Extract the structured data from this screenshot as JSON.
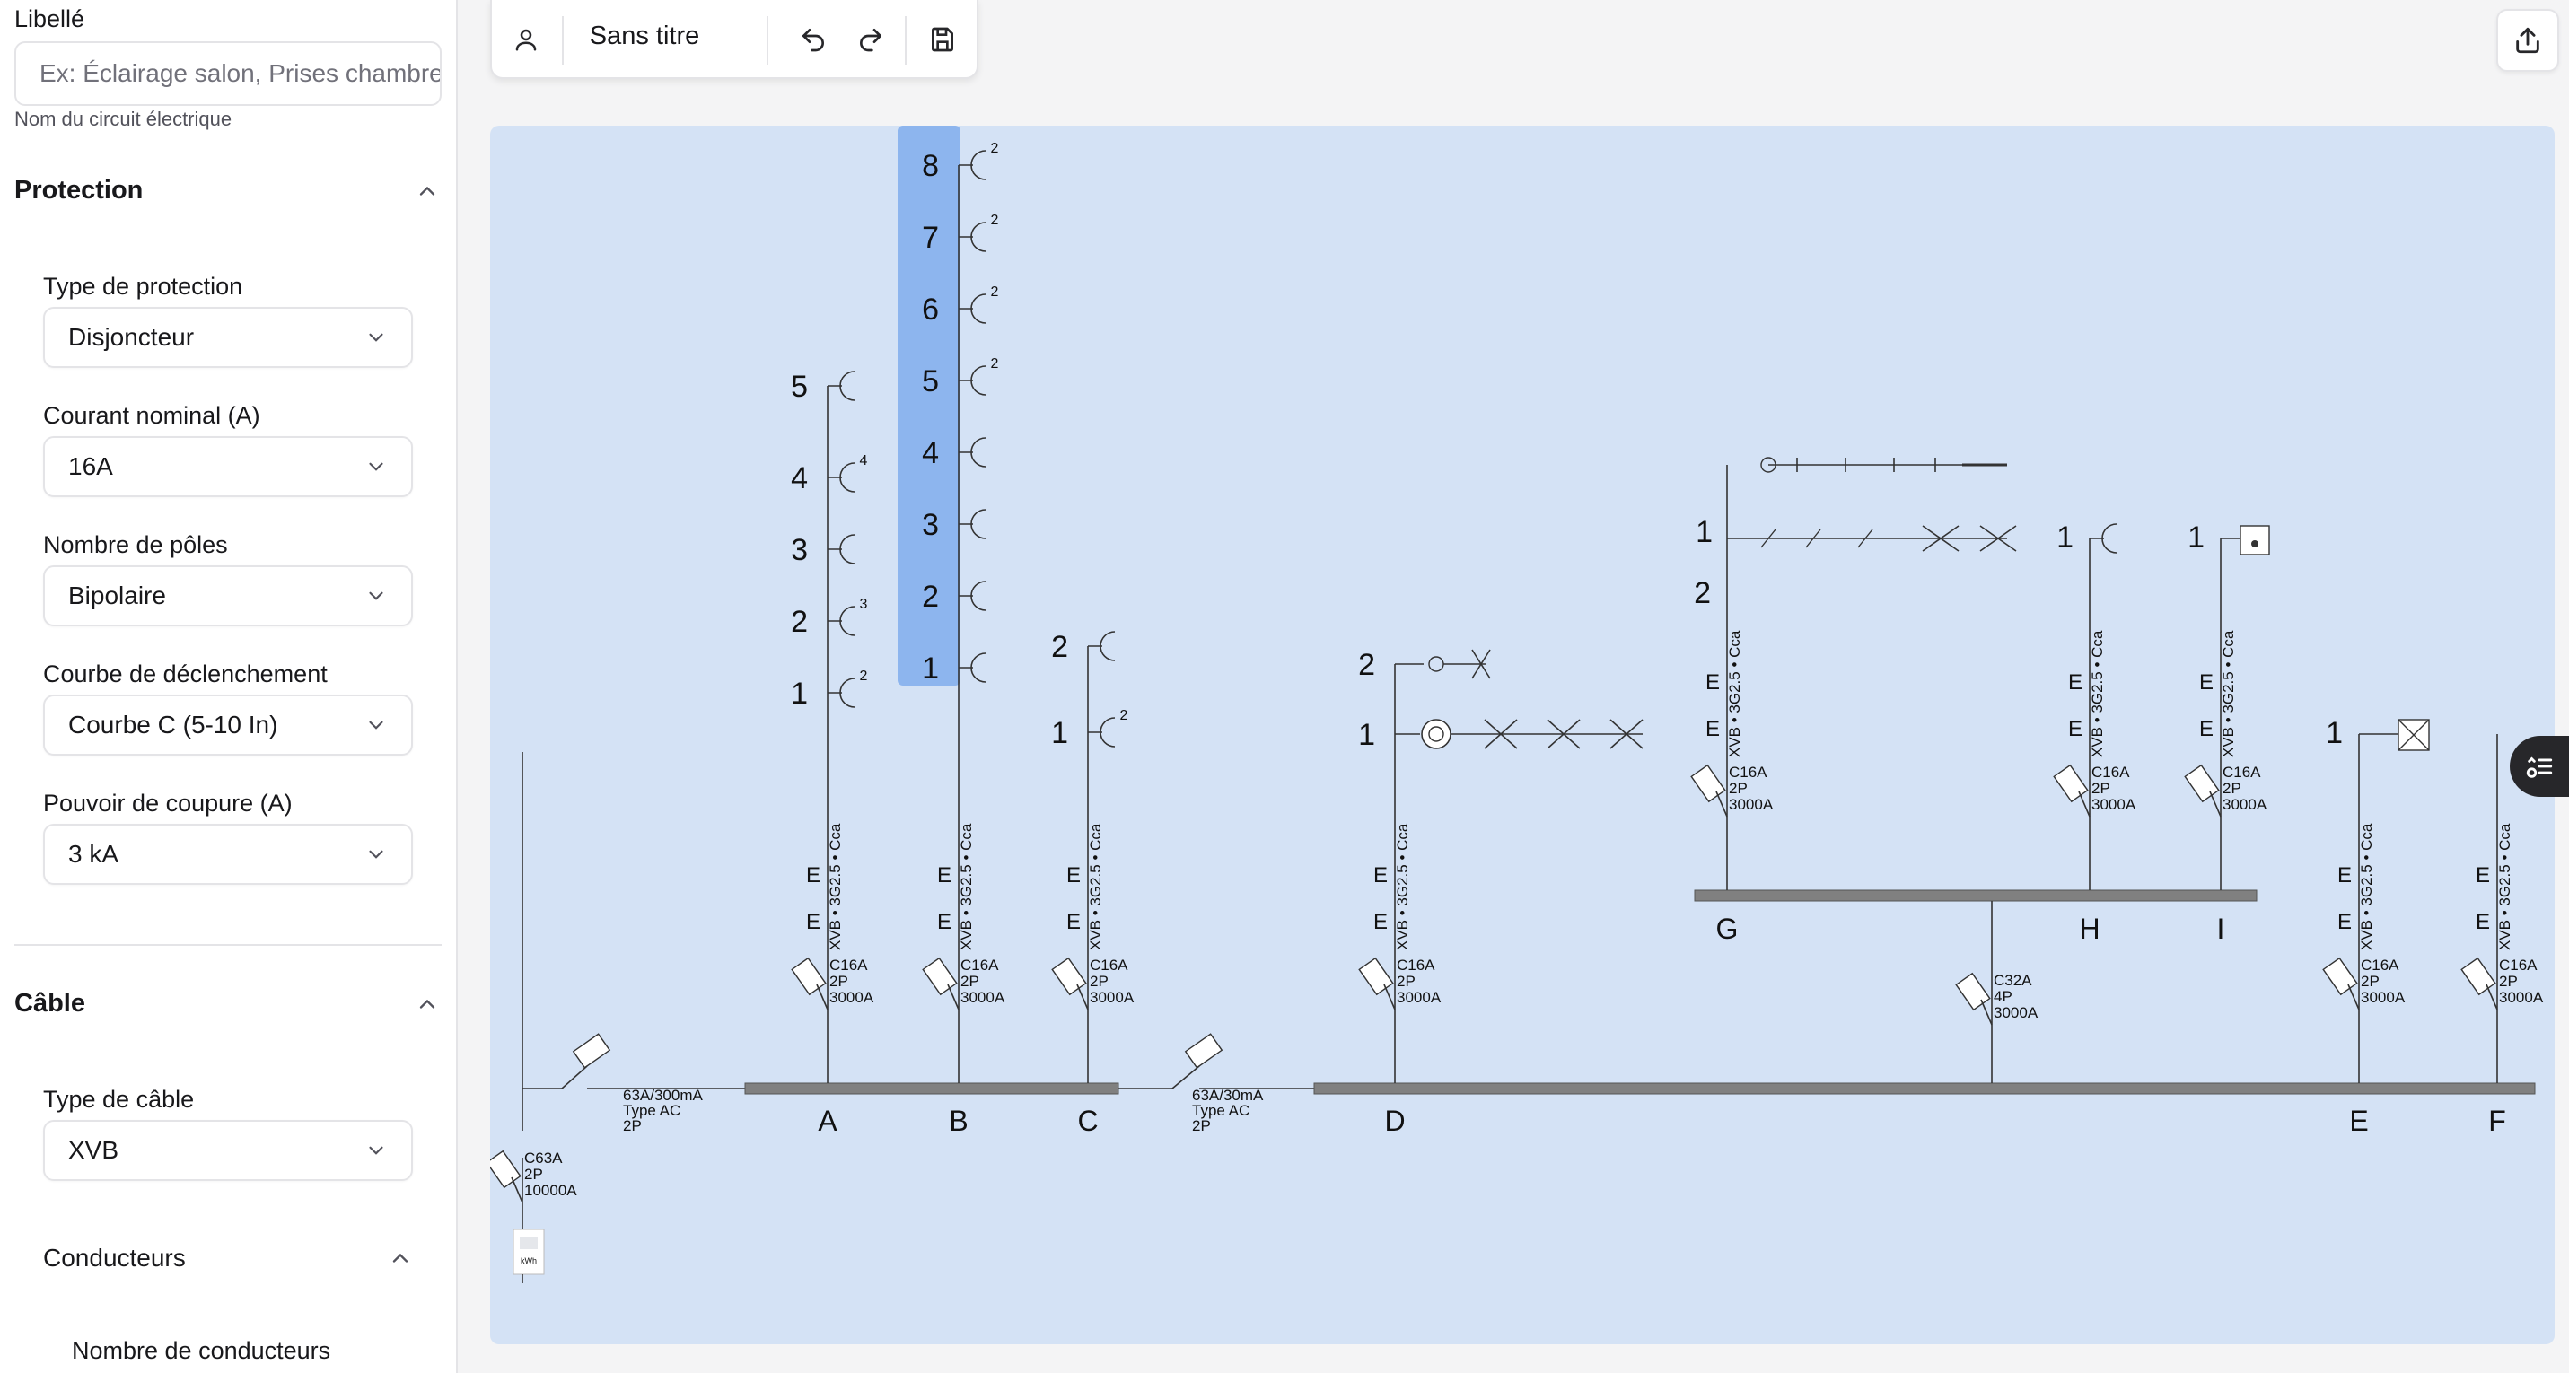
{
  "form": {
    "libelle": {
      "label": "Libellé",
      "placeholder": "Ex: Éclairage salon, Prises chambre",
      "hint": "Nom du circuit électrique"
    },
    "protection": {
      "title": "Protection",
      "type": {
        "label": "Type de protection",
        "value": "Disjoncteur"
      },
      "courant": {
        "label": "Courant nominal (A)",
        "value": "16A"
      },
      "poles": {
        "label": "Nombre de pôles",
        "value": "Bipolaire"
      },
      "courbe": {
        "label": "Courbe de déclenchement",
        "value": "Courbe C (5-10 In)"
      },
      "pouvoir": {
        "label": "Pouvoir de coupure (A)",
        "value": "3 kA"
      }
    },
    "cable": {
      "title": "Câble",
      "type": {
        "label": "Type de câble",
        "value": "XVB"
      },
      "conducteurs": {
        "title": "Conducteurs",
        "nombre_label": "Nombre de conducteurs"
      }
    }
  },
  "toolbar": {
    "user_icon": "user-icon",
    "title": "Sans titre",
    "undo_icon": "undo-icon",
    "redo_icon": "redo-icon",
    "save_icon": "save-icon",
    "share_icon": "share-icon"
  },
  "schematic": {
    "selected_circuit": "B",
    "supply": {
      "breaker": [
        "C63A",
        "2P",
        "10000A"
      ],
      "meter_label": "kWh"
    },
    "differentials": [
      {
        "id": "ddr1",
        "lines": [
          "63A/300mA",
          "Type AC",
          "2P"
        ]
      },
      {
        "id": "ddr2",
        "lines": [
          "63A/30mA",
          "Type AC",
          "2P"
        ]
      }
    ],
    "circuits": [
      {
        "id": "A",
        "breaker": [
          "C16A",
          "2P",
          "3000A"
        ],
        "cable": "XVB • 3G2.5 • Cca",
        "items": [
          {
            "n": "5"
          },
          {
            "n": "4",
            "qty": "4"
          },
          {
            "n": "3"
          },
          {
            "n": "2",
            "qty": "3"
          },
          {
            "n": "1",
            "qty": "2"
          }
        ]
      },
      {
        "id": "B",
        "breaker": [
          "C16A",
          "2P",
          "3000A"
        ],
        "cable": "XVB • 3G2.5 • Cca",
        "items": [
          {
            "n": "8",
            "qty": "2"
          },
          {
            "n": "7",
            "qty": "2"
          },
          {
            "n": "6",
            "qty": "2"
          },
          {
            "n": "5",
            "qty": "2"
          },
          {
            "n": "4"
          },
          {
            "n": "3"
          },
          {
            "n": "2"
          },
          {
            "n": "1"
          }
        ]
      },
      {
        "id": "C",
        "breaker": [
          "C16A",
          "2P",
          "3000A"
        ],
        "cable": "XVB • 3G2.5 • Cca",
        "items": [
          {
            "n": "2"
          },
          {
            "n": "1",
            "qty": "2"
          }
        ]
      },
      {
        "id": "D",
        "breaker": [
          "C16A",
          "2P",
          "3000A"
        ],
        "cable": "XVB • 3G2.5 • Cca",
        "items": [
          {
            "n": "2"
          },
          {
            "n": "1"
          }
        ]
      },
      {
        "id": "G",
        "breaker": [
          "C16A",
          "2P",
          "3000A"
        ],
        "cable": "XVB • 3G2.5 • Cca",
        "items": [
          {
            "n": "2"
          },
          {
            "n": "1"
          }
        ]
      },
      {
        "id": "H",
        "breaker": [
          "C16A",
          "2P",
          "3000A"
        ],
        "cable": "XVB • 3G2.5 • Cca",
        "items": [
          {
            "n": "1"
          }
        ]
      },
      {
        "id": "I",
        "breaker": [
          "C16A",
          "2P",
          "3000A"
        ],
        "cable": "XVB • 3G2.5 • Cca",
        "items": [
          {
            "n": "1"
          }
        ]
      },
      {
        "id": "E",
        "breaker": [
          "C16A",
          "2P",
          "3000A"
        ],
        "cable": "XVB • 3G2.5 • Cca",
        "items": [
          {
            "n": "1"
          }
        ]
      },
      {
        "id": "F",
        "breaker": [
          "C16A",
          "2P",
          "3000A"
        ],
        "cable": "XVB • 3G2.5 • Cca",
        "items": []
      }
    ],
    "sub_board_breaker": [
      "C32A",
      "4P",
      "3000A"
    ],
    "earth_symbol": "E"
  },
  "side_button_icon": "filter-list-icon",
  "colors": {
    "canvas_bg": "#d4e2f5",
    "selection": "#8db5ee",
    "busbar": "#808080"
  }
}
